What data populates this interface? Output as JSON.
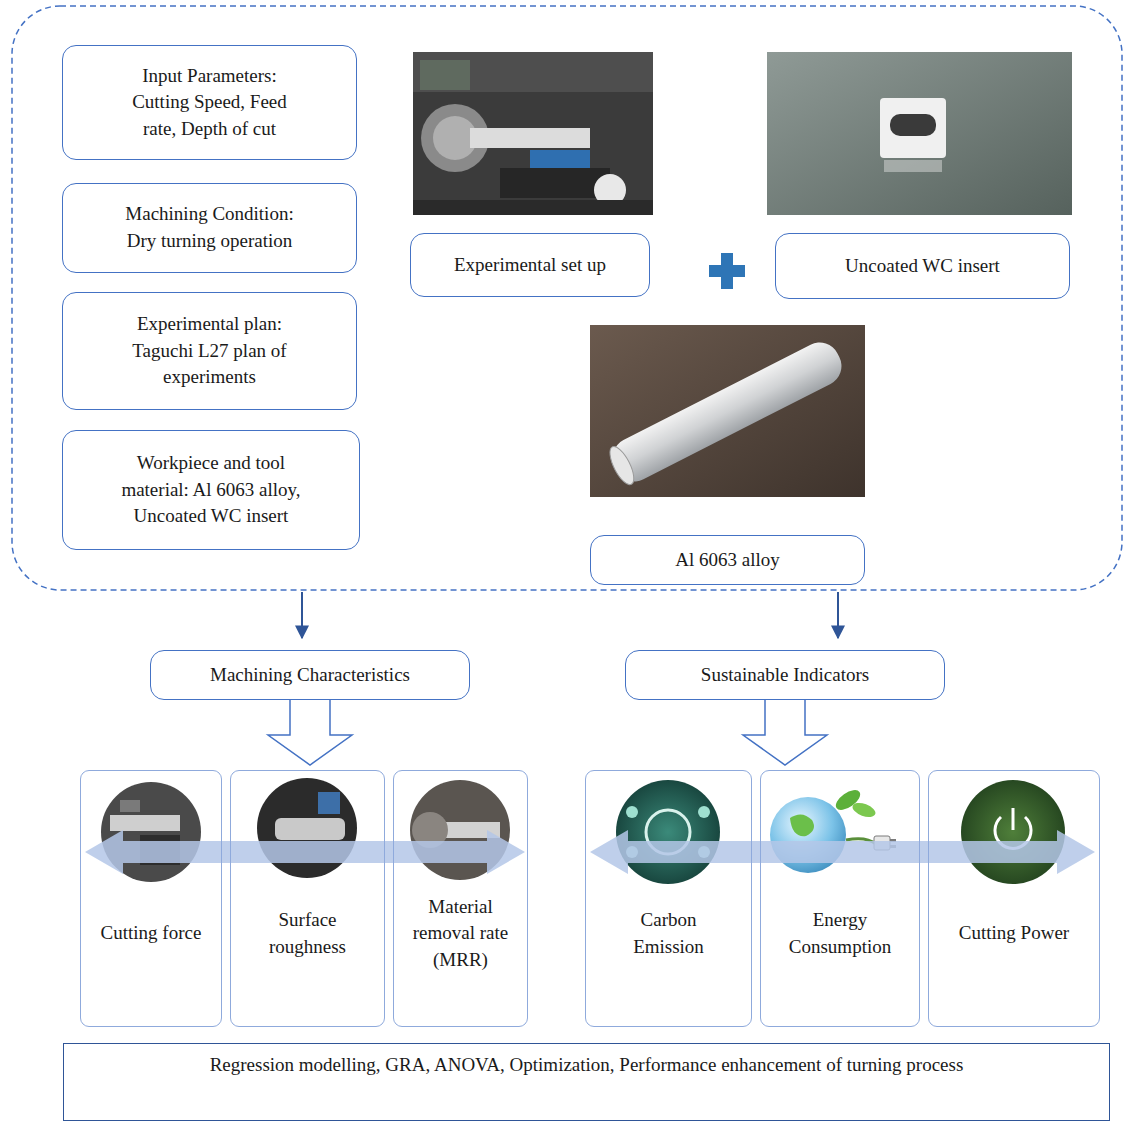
{
  "diagram": {
    "nodes": [
      {
        "text": [
          "Input Parameters: Cutting Speed, Feed rate, Depth of cut"
        ]
      },
      {
        "text": [
          "Machining Condition: Dry turning operation"
        ]
      },
      {
        "text": [
          "Experimental plan: Taguchi L27 plan of experiments"
        ]
      },
      {
        "text": [
          "Workpiece and tool material: Al 6063 alloy, Uncoated WC insert"
        ]
      },
      {
        "text": [
          "Experimental set up"
        ]
      },
      {
        "text": [
          "Uncoated WC insert"
        ]
      },
      {
        "text": [
          "Al 6063 alloy"
        ]
      },
      {
        "text": [
          "Machining Characteristics"
        ]
      },
      {
        "text": [
          "Sustainable Indicators"
        ]
      },
      {
        "text": [
          "Cutting force"
        ]
      },
      {
        "text": [
          "Surface roughness"
        ]
      },
      {
        "text": [
          "Material removal rate (MRR)"
        ]
      },
      {
        "text": [
          "Carbon Emission"
        ]
      },
      {
        "text": [
          "Energy Consumption"
        ]
      },
      {
        "text": [
          "Cutting Power"
        ]
      },
      {
        "text": [
          "Regression modelling, GRA, ANOVA, Optimization, Performance enhancement of turning process"
        ]
      }
    ]
  }
}
